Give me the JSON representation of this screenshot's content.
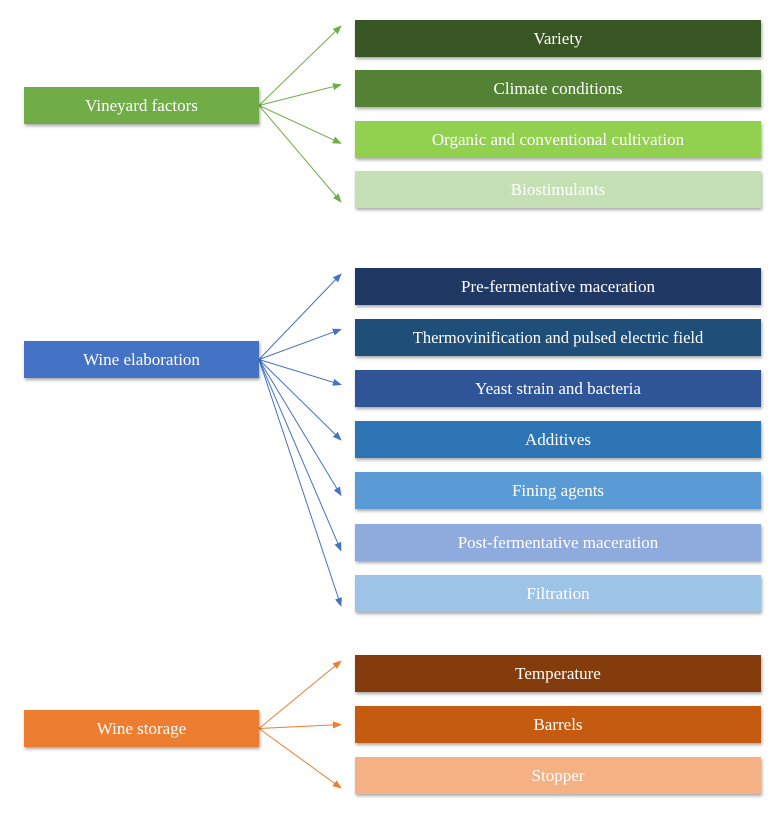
{
  "groups": [
    {
      "label": "Vineyard factors",
      "color": "#70ad47",
      "arrow_color": "#70ad47",
      "items": [
        {
          "label": "Variety",
          "color": "#375623",
          "text_color": "#ffffff"
        },
        {
          "label": "Climate conditions",
          "color": "#548235",
          "text_color": "#ffffff"
        },
        {
          "label": "Organic and conventional cultivation",
          "color": "#92d050",
          "text_color": "#ffffff"
        },
        {
          "label": "Biostimulants",
          "color": "#c5e0b4",
          "text_color": "#ffffff"
        }
      ]
    },
    {
      "label": "Wine elaboration",
      "color": "#4472c4",
      "arrow_color": "#4472c4",
      "items": [
        {
          "label": "Pre-fermentative maceration",
          "color": "#203864",
          "text_color": "#ffffff"
        },
        {
          "label": "Thermovinification and pulsed electric field",
          "color": "#1f4e79",
          "text_color": "#ffffff"
        },
        {
          "label": "Yeast strain and bacteria",
          "color": "#2f5597",
          "text_color": "#ffffff"
        },
        {
          "label": "Additives",
          "color": "#2e75b6",
          "text_color": "#ffffff"
        },
        {
          "label": "Fining agents",
          "color": "#5b9bd5",
          "text_color": "#ffffff"
        },
        {
          "label": "Post-fermentative maceration",
          "color": "#8faadc",
          "text_color": "#ffffff"
        },
        {
          "label": "Filtration",
          "color": "#9dc3e6",
          "text_color": "#ffffff"
        }
      ]
    },
    {
      "label": "Wine storage",
      "color": "#ed7d31",
      "arrow_color": "#ed7d31",
      "items": [
        {
          "label": "Temperature",
          "color": "#843c0c",
          "text_color": "#ffffff"
        },
        {
          "label": "Barrels",
          "color": "#c55a11",
          "text_color": "#ffffff"
        },
        {
          "label": "Stopper",
          "color": "#f4b183",
          "text_color": "#ffffff"
        }
      ]
    }
  ]
}
